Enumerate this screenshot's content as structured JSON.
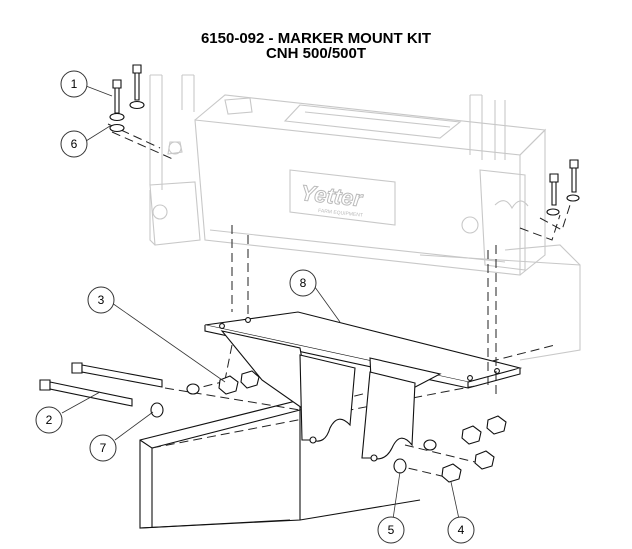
{
  "title": {
    "line1": "6150-092 - MARKER MOUNT KIT",
    "line2": "CNH 500/500T"
  },
  "logo": {
    "brand": "Yetter",
    "tagline": "FARM EQUIPMENT"
  },
  "callouts": [
    "1",
    "2",
    "3",
    "4",
    "5",
    "6",
    "7",
    "8"
  ],
  "colors": {
    "ghost_line": "#c8c8c8",
    "part_line": "#111111",
    "background": "#ffffff"
  }
}
